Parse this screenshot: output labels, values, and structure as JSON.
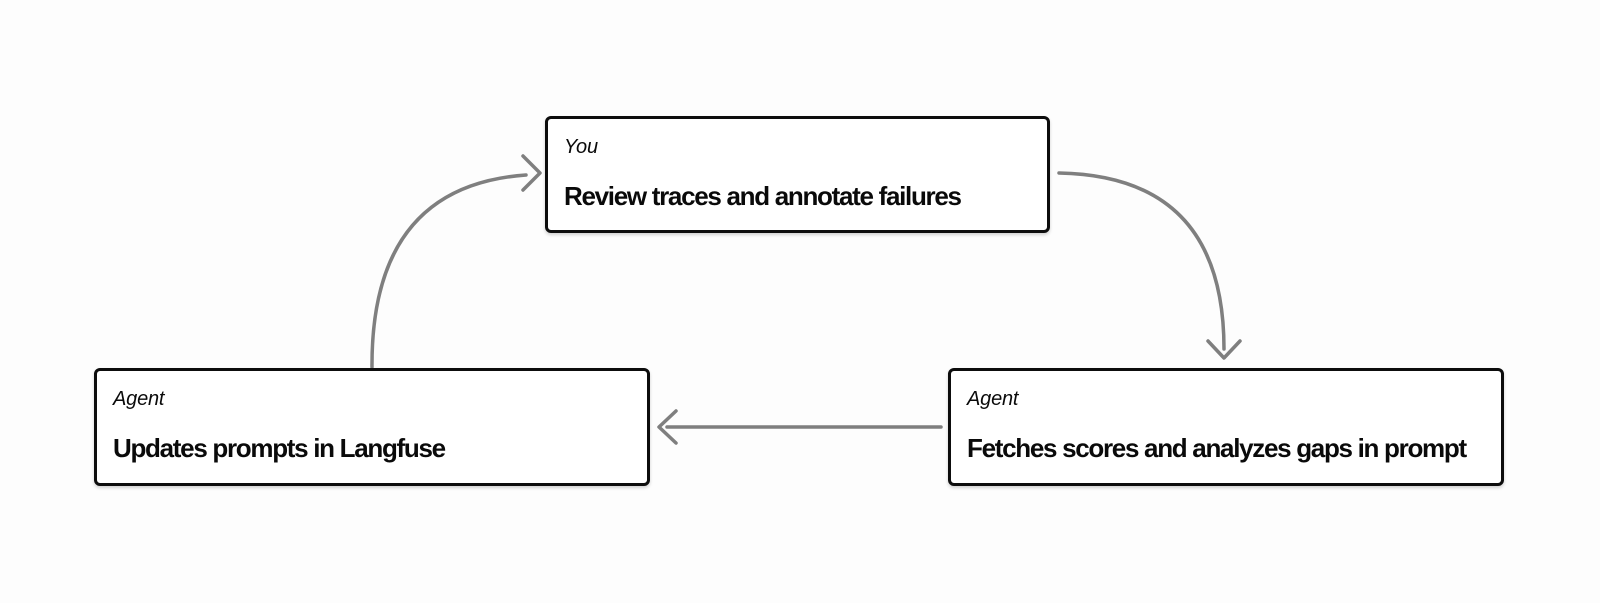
{
  "diagram": {
    "background": "#fdfdfd",
    "colors": {
      "node_border": "#0d0d0d",
      "node_bg": "#ffffff",
      "text": "#0a0a0a",
      "arrow": "#7f7f7f"
    },
    "nodes": {
      "review": {
        "actor": "You",
        "task": "Review traces and annotate failures"
      },
      "fetch": {
        "actor": "Agent",
        "task": "Fetches scores and analyzes gaps in prompt"
      },
      "update": {
        "actor": "Agent",
        "task": "Updates prompts in Langfuse"
      }
    },
    "edges": [
      {
        "from": "review",
        "to": "fetch",
        "style": "curved-down-right"
      },
      {
        "from": "fetch",
        "to": "update",
        "style": "straight-left"
      },
      {
        "from": "update",
        "to": "review",
        "style": "curved-up-right"
      }
    ]
  }
}
